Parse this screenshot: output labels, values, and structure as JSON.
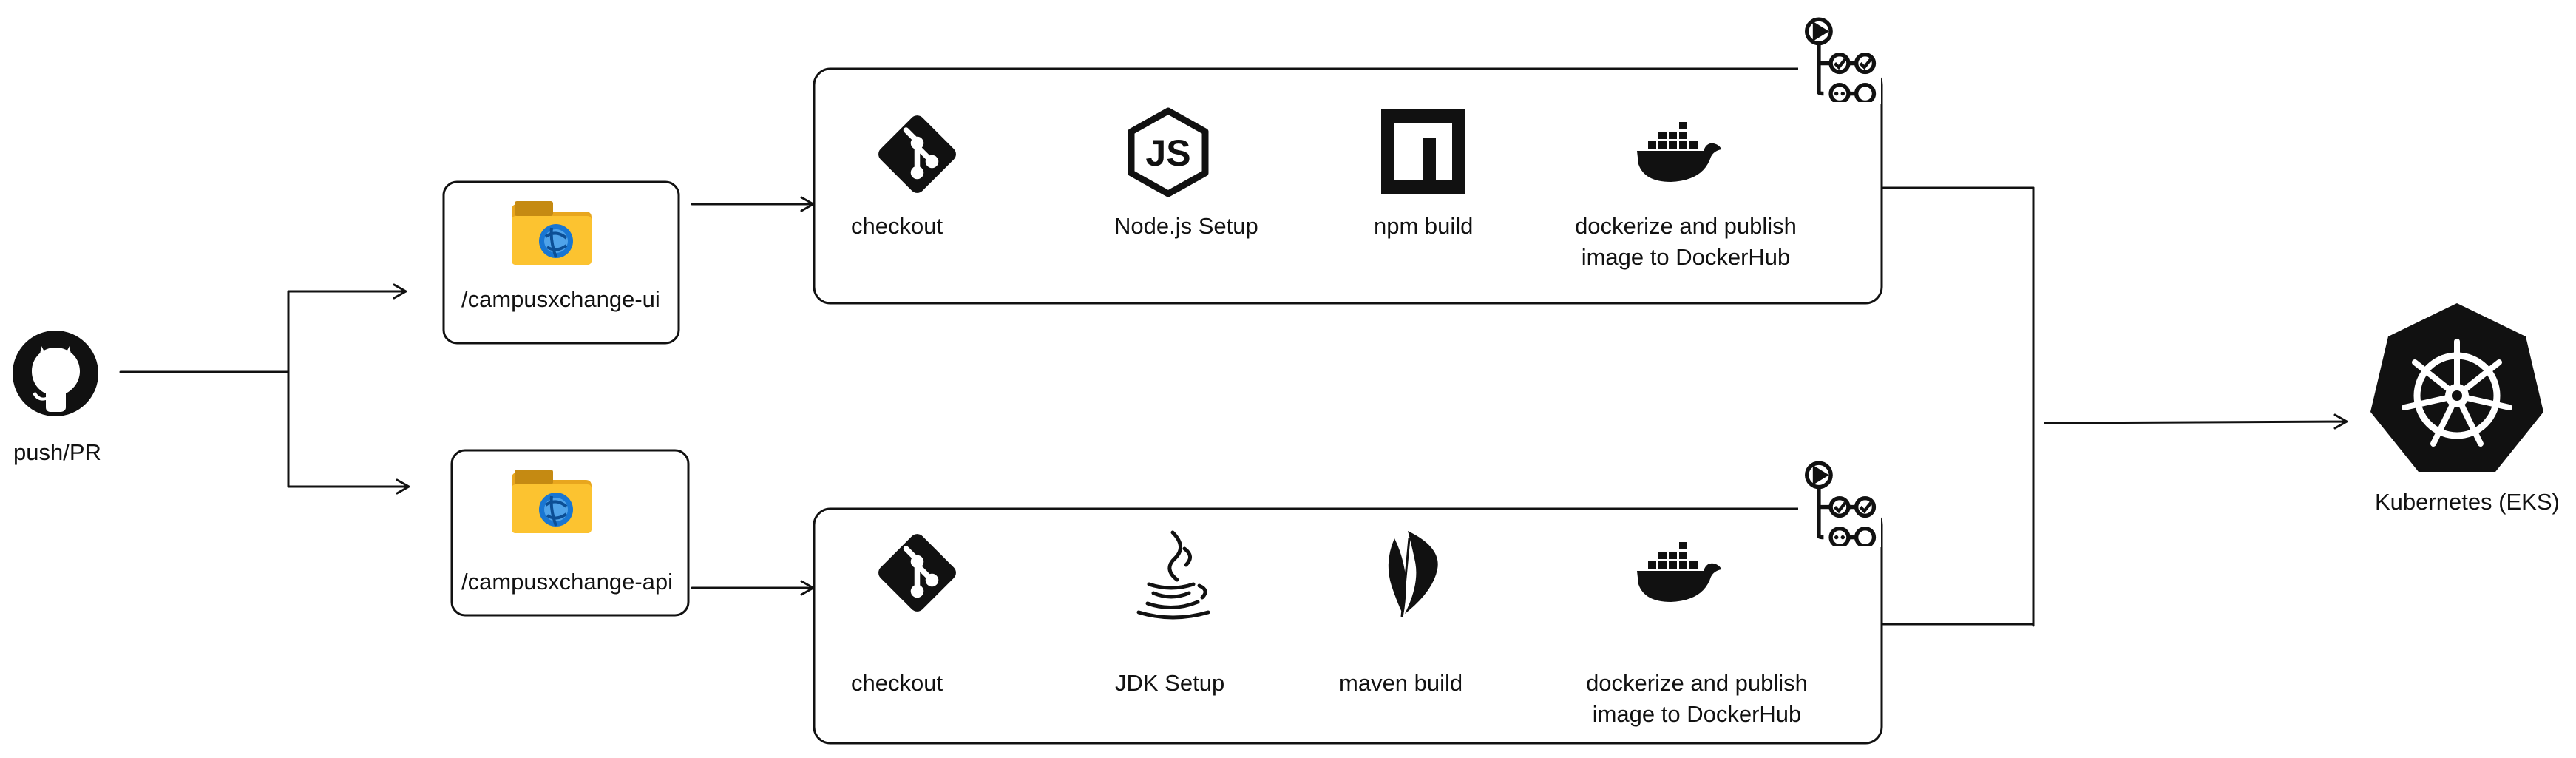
{
  "source": {
    "label": "push/PR",
    "icon": "github-icon"
  },
  "repos": [
    {
      "path": "/campusxchange-ui",
      "icon": "folder-icon"
    },
    {
      "path": "/campusxchange-api",
      "icon": "folder-icon"
    }
  ],
  "pipelines": [
    {
      "badge_icon": "github-actions-icon",
      "steps": [
        {
          "label": "checkout",
          "icon": "git-icon"
        },
        {
          "label": "Node.js Setup",
          "icon": "nodejs-icon"
        },
        {
          "label": "npm build",
          "icon": "npm-icon"
        },
        {
          "label_line1": "dockerize and publish",
          "label_line2": "image to DockerHub",
          "icon": "docker-icon"
        }
      ]
    },
    {
      "badge_icon": "github-actions-icon",
      "steps": [
        {
          "label": "checkout",
          "icon": "git-icon"
        },
        {
          "label": "JDK Setup",
          "icon": "java-icon"
        },
        {
          "label": "maven build",
          "icon": "maven-feather-icon"
        },
        {
          "label_line1": "dockerize and publish",
          "label_line2": "image to DockerHub",
          "icon": "docker-icon"
        }
      ]
    }
  ],
  "target": {
    "label": "Kubernetes (EKS)",
    "icon": "kubernetes-icon"
  }
}
